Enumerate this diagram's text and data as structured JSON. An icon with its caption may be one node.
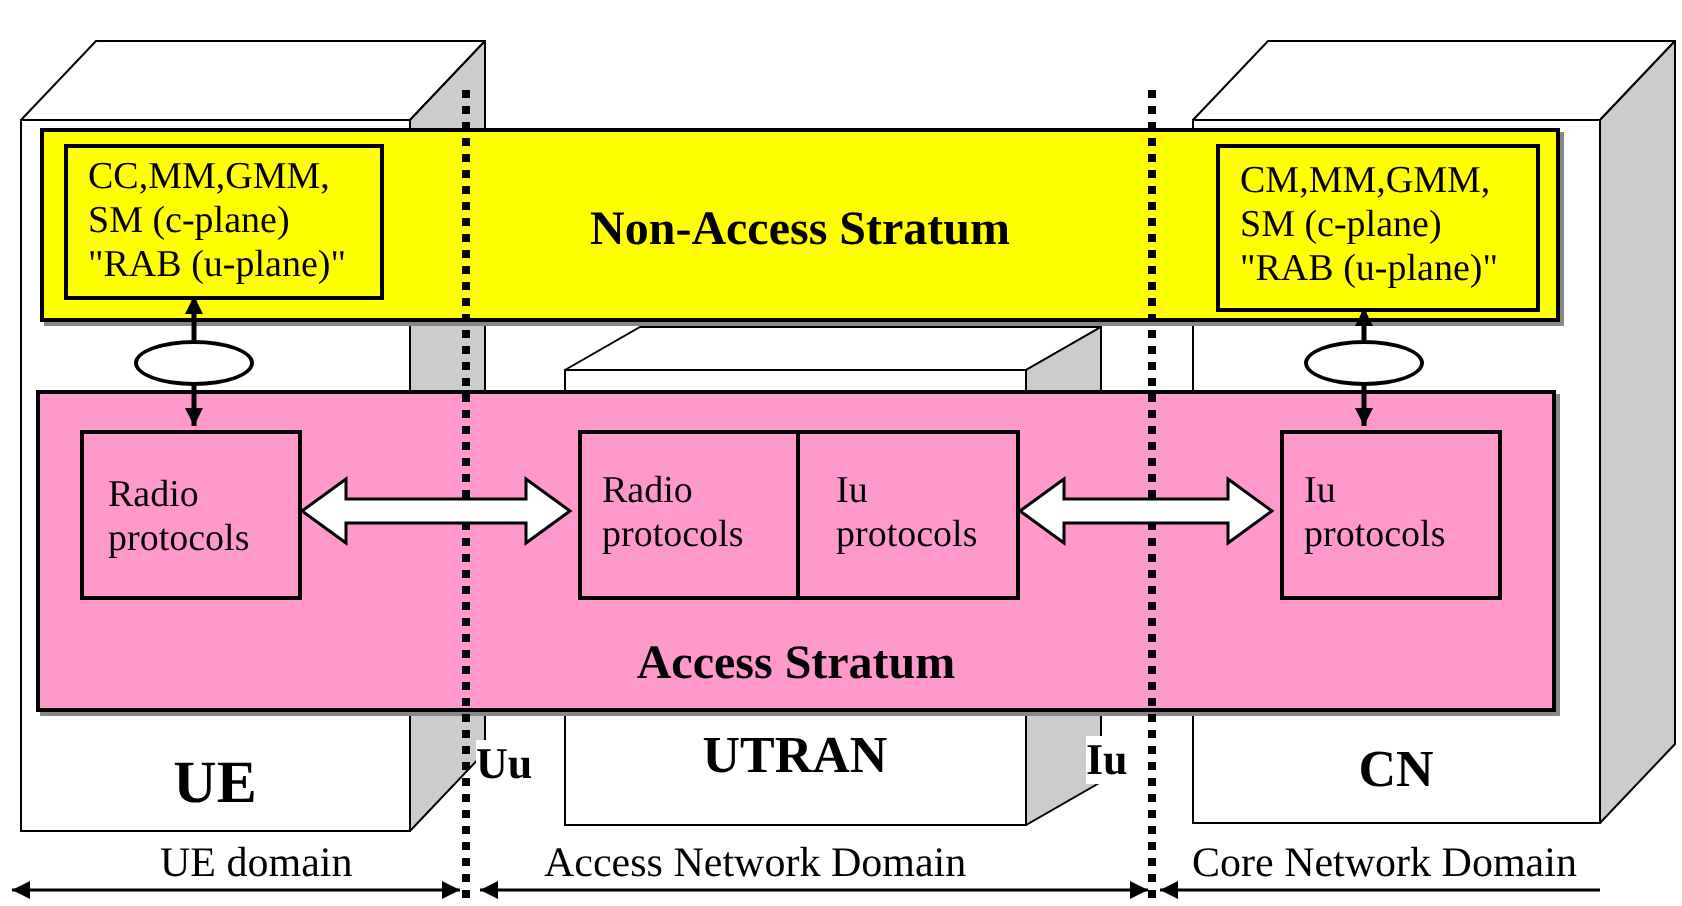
{
  "diagram": {
    "nodes": [
      {
        "text": [
          "UE"
        ]
      },
      {
        "text": [
          "UTRAN"
        ]
      },
      {
        "text": [
          "CN"
        ]
      },
      {
        "text": [
          "Non-Access Stratum"
        ]
      },
      {
        "text": [
          "CC,MM,GMM, SM (c-plane) \"RAB (u-plane)\""
        ],
        "in": 3
      },
      {
        "text": [
          "CM,MM,GMM, SM (c-plane) \"RAB (u-plane)\""
        ],
        "in": 3
      },
      {
        "text": [
          "Access Stratum"
        ]
      },
      {
        "text": [
          "Radio protocols"
        ],
        "in": 6
      },
      {
        "text": [
          "Radio protocols"
        ],
        "in": 6
      },
      {
        "text": [
          "Iu protocols"
        ],
        "in": 6
      },
      {
        "text": [
          "Iu protocols"
        ],
        "in": 6
      },
      {
        "text": [],
        "shape": "ellipse"
      },
      {
        "text": [],
        "shape": "ellipse"
      }
    ],
    "edges": [
      {
        "from": 11,
        "to": 4,
        "arrow": "to"
      },
      {
        "from": 11,
        "to": 7,
        "arrow": "to"
      },
      {
        "from": 12,
        "to": 5,
        "arrow": "to"
      },
      {
        "from": 12,
        "to": 10,
        "arrow": "to"
      },
      {
        "from": 7,
        "to": 8,
        "arrow": "both",
        "style": "thick"
      },
      {
        "from": 9,
        "to": 10,
        "arrow": "both",
        "style": "thick"
      }
    ],
    "labels": [
      "Uu",
      "Iu",
      "UE domain",
      "Access Network Domain",
      "Core Network Domain"
    ]
  }
}
